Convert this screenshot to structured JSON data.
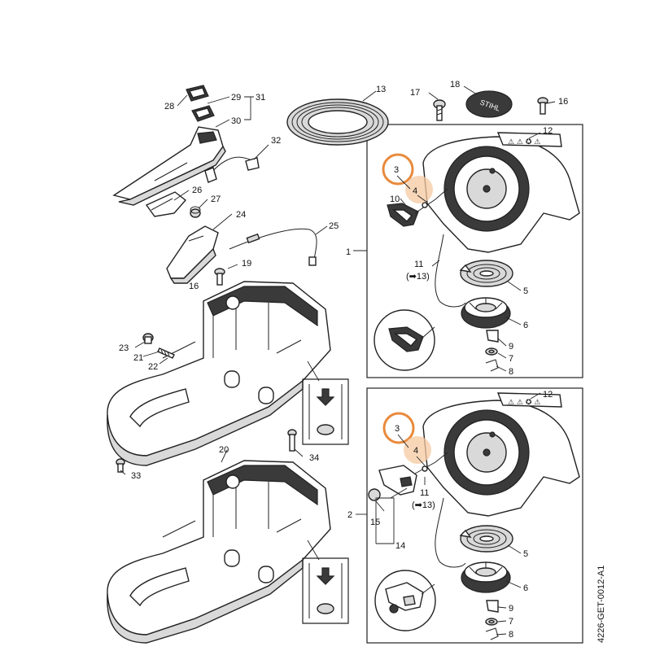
{
  "callouts": {
    "c1": "1",
    "c2": "2",
    "c3a": "3",
    "c3b": "3",
    "c4a": "4",
    "c4b": "4",
    "c5a": "5",
    "c5b": "5",
    "c6a": "6",
    "c6b": "6",
    "c7a": "7",
    "c7b": "7",
    "c8a": "8",
    "c8b": "8",
    "c9a": "9",
    "c9b": "9",
    "c10": "10",
    "c11a": "11",
    "c11b": "11",
    "c12a": "12",
    "c12b": "12",
    "c13": "13",
    "c13refa": "(➡13)",
    "c13refb": "(➡13)",
    "c14": "14",
    "c15": "15",
    "c16a": "16",
    "c16b": "16",
    "c17": "17",
    "c18": "18",
    "c19": "19",
    "c20": "20",
    "c21": "21",
    "c22": "22",
    "c23": "23",
    "c24": "24",
    "c25": "25",
    "c26": "26",
    "c27": "27",
    "c28": "28",
    "c29": "29",
    "c30": "30",
    "c31": "31",
    "c32": "32",
    "c33": "33",
    "c34": "34"
  },
  "cap_text": "STIHL",
  "doc_code": "4226-GET-0012-A1",
  "highlight_color": "#e98a3c",
  "highlight_fill": "#f6c9a2"
}
